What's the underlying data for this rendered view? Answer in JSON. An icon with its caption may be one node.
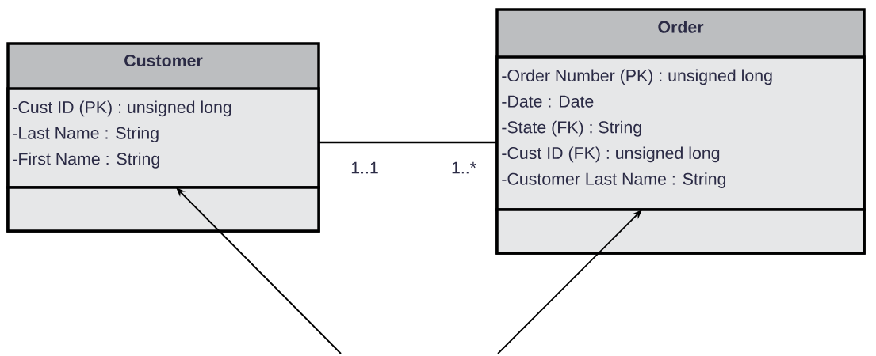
{
  "diagram": {
    "nodes": [
      {
        "text": [
          "Customer"
        ]
      },
      {
        "text": [
          "-Cust ID (PK) : unsigned long",
          "-Last Name : String",
          "-First Name : String"
        ],
        "in": 0
      },
      {
        "text": [],
        "shape": "box",
        "in": 0
      },
      {
        "text": [
          "Order"
        ]
      },
      {
        "text": [
          "-Order Number (PK) : unsigned long",
          "-Date : Date",
          "-State (FK) : String",
          "-Cust ID (FK) : unsigned long",
          "-Customer Last Name : String"
        ],
        "in": 3
      },
      {
        "text": [],
        "shape": "box",
        "in": 3
      }
    ],
    "edges": [
      {
        "from": 1,
        "to": 4,
        "arrow": "none"
      },
      {
        "from": null,
        "to": 1,
        "arrow": "to"
      },
      {
        "from": null,
        "to": 4,
        "arrow": "to"
      }
    ],
    "labels": [
      "1..1",
      "1..*"
    ]
  }
}
